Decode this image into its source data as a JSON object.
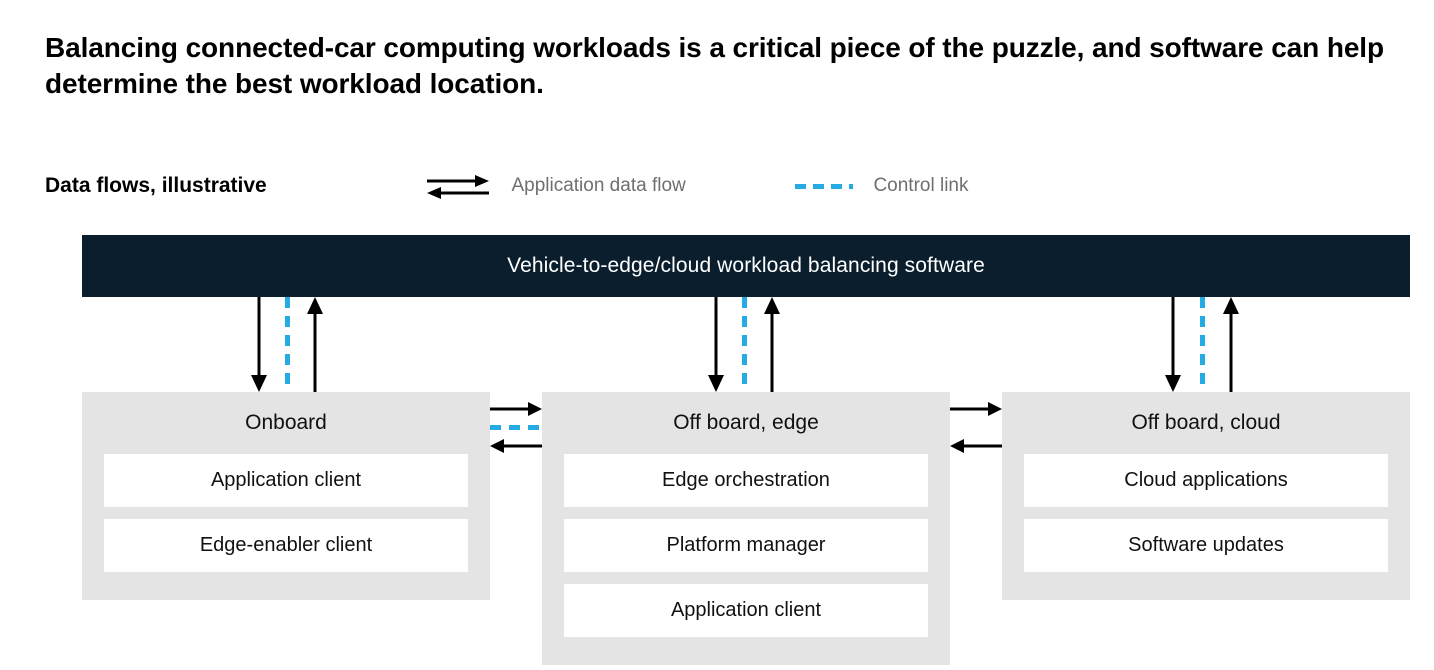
{
  "title": "Balancing connected-car computing workloads is a critical piece of the puzzle, and software can help determine the best workload location.",
  "legend": {
    "caption": "Data flows, illustrative",
    "items": [
      {
        "label": "Application data flow",
        "icon": "bidirectional-arrow-icon",
        "color": "#000000"
      },
      {
        "label": "Control link",
        "icon": "dashed-line-icon",
        "color": "#25ABE4"
      }
    ]
  },
  "header_bar": {
    "label": "Vehicle-to-edge/cloud workload balancing software",
    "background": "#0A1E2D",
    "text_color": "#FFFFFF"
  },
  "panels": [
    {
      "id": "onboard",
      "title": "Onboard",
      "items": [
        "Application client",
        "Edge-enabler client"
      ]
    },
    {
      "id": "edge",
      "title": "Off board, edge",
      "items": [
        "Edge orchestration",
        "Platform manager",
        "Application client"
      ]
    },
    {
      "id": "cloud",
      "title": "Off board, cloud",
      "items": [
        "Cloud applications",
        "Software updates"
      ]
    }
  ],
  "connectors": {
    "vertical_groups": [
      {
        "panel": "onboard",
        "down_arrow": true,
        "control_link": true,
        "up_arrow": true
      },
      {
        "panel": "edge",
        "down_arrow": true,
        "control_link": true,
        "up_arrow": true
      },
      {
        "panel": "cloud",
        "down_arrow": true,
        "control_link": true,
        "up_arrow": true
      }
    ],
    "horizontal_groups": [
      {
        "between": "onboard-edge",
        "right_arrow": true,
        "control_link": true,
        "left_arrow": true
      },
      {
        "between": "edge-cloud",
        "right_arrow": true,
        "control_link": false,
        "left_arrow": true
      }
    ]
  },
  "colors": {
    "panel_background": "#E4E4E4",
    "panel_item_background": "#FFFFFF",
    "dark_bar": "#0A1E2D",
    "control_link": "#25ABE4",
    "legend_text": "#6F6F6F",
    "arrow": "#000000"
  }
}
